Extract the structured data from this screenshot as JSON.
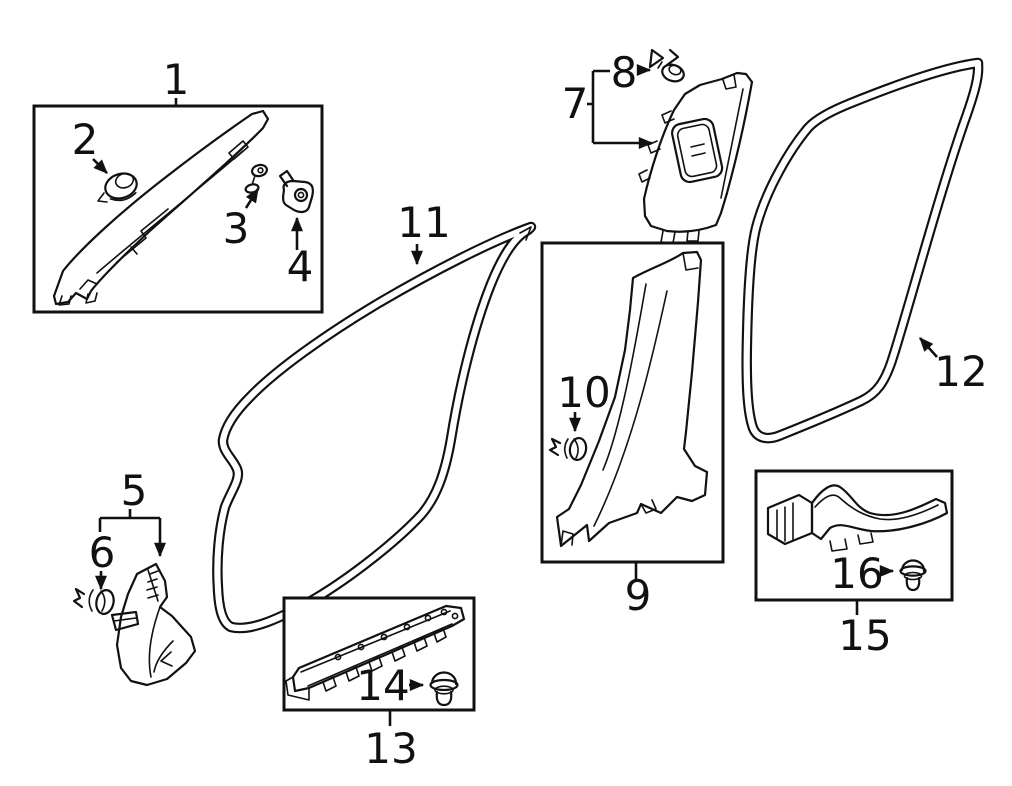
{
  "figure": {
    "kind": "auto-parts-exploded-diagram",
    "background_color": "#ffffff",
    "line_color": "#111111",
    "callouts": [
      {
        "number": "1"
      },
      {
        "number": "2"
      },
      {
        "number": "3"
      },
      {
        "number": "4"
      },
      {
        "number": "5"
      },
      {
        "number": "6"
      },
      {
        "number": "7"
      },
      {
        "number": "8"
      },
      {
        "number": "9"
      },
      {
        "number": "10"
      },
      {
        "number": "11"
      },
      {
        "number": "12"
      },
      {
        "number": "13"
      },
      {
        "number": "14"
      },
      {
        "number": "15"
      },
      {
        "number": "16"
      }
    ]
  }
}
